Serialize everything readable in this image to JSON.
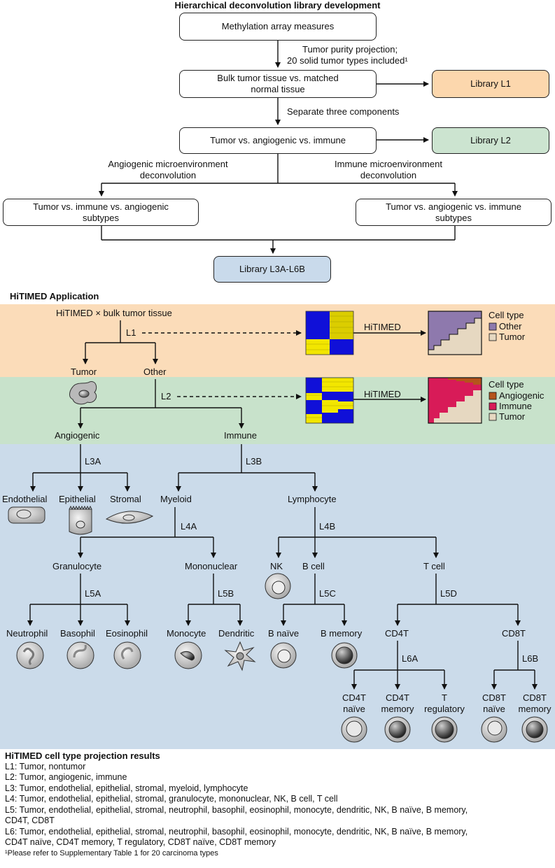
{
  "top": {
    "title": "Hierarchical deconvolution library development",
    "box_methylation": "Methylation array measures",
    "note_projection_1": "Tumor purity projection;",
    "note_projection_2": "20 solid tumor types included¹",
    "box_bulk_1": "Bulk tumor tissue vs. matched",
    "box_bulk_2": "normal tissue",
    "library_l1": "Library L1",
    "note_separate": "Separate three components",
    "box_tav": "Tumor vs. angiogenic vs. immune",
    "library_l2": "Library L2",
    "note_angio_1": "Angiogenic microenvironment",
    "note_angio_2": "deconvolution",
    "note_immune_1": "Immune microenvironment",
    "note_immune_2": "deconvolution",
    "box_left_1": "Tumor vs. immune vs. angiogenic",
    "box_left_2": "subtypes",
    "box_right_1": "Tumor vs. angiogenic vs. immune",
    "box_right_2": "subtypes",
    "library_l3": "Library L3A-L6B"
  },
  "application": {
    "title": "HiTIMED Application",
    "root": "HiTIMED × bulk tumor tissue",
    "hitimed_label": "HiTIMED",
    "legend_title": "Cell type",
    "legend_l1": [
      {
        "name": "Other",
        "color": "#8e79ad"
      },
      {
        "name": "Tumor",
        "color": "#e6d8c1"
      }
    ],
    "legend_l2": [
      {
        "name": "Angiogenic",
        "color": "#b5541c"
      },
      {
        "name": "Immune",
        "color": "#d81b58"
      },
      {
        "name": "Tumor",
        "color": "#e6d8c1"
      }
    ],
    "levels": {
      "l1": "L1",
      "l2": "L2",
      "l3a": "L3A",
      "l3b": "L3B",
      "l4a": "L4A",
      "l4b": "L4B",
      "l5a": "L5A",
      "l5b": "L5B",
      "l5c": "L5C",
      "l5d": "L5D",
      "l6a": "L6A",
      "l6b": "L6B"
    },
    "nodes": {
      "tumor": "Tumor",
      "other": "Other",
      "angiogenic": "Angiogenic",
      "immune": "Immune",
      "endothelial": "Endothelial",
      "epithelial": "Epithelial",
      "stromal": "Stromal",
      "myeloid": "Myeloid",
      "lymphocyte": "Lymphocyte",
      "granulocyte": "Granulocyte",
      "mononuclear": "Mononuclear",
      "nk": "NK",
      "bcell": "B cell",
      "tcell": "T cell",
      "neutrophil": "Neutrophil",
      "basophil": "Basophil",
      "eosinophil": "Eosinophil",
      "monocyte": "Monocyte",
      "dendritic": "Dendritic",
      "bnaive": "B naïve",
      "bmemory": "B memory",
      "cd4t": "CD4T",
      "cd8t": "CD8T",
      "cd4t_naive_1": "CD4T",
      "cd4t_naive_2": "naïve",
      "cd4t_memory_1": "CD4T",
      "cd4t_memory_2": "memory",
      "treg_1": "T",
      "treg_2": "regulatory",
      "cd8t_naive_1": "CD8T",
      "cd8t_naive_2": "naïve",
      "cd8t_memory_1": "CD8T",
      "cd8t_memory_2": "memory"
    },
    "colors": {
      "band_orange": "#fbdcb9",
      "band_green": "#c8e2cb",
      "band_blue": "#cbdbea",
      "lib_l1": "#fcd7ad",
      "lib_l2": "#cce4d0",
      "lib_l3": "#c9daeb"
    }
  },
  "results": {
    "title": "HiTIMED cell type projection results",
    "lines": [
      "L1: Tumor, nontumor",
      "L2: Tumor, angiogenic, immune",
      "L3: Tumor, endothelial, epithelial, stromal, myeloid, lymphocyte",
      "L4: Tumor, endothelial, epithelial, stromal, granulocyte, mononuclear, NK, B cell, T cell",
      "L5: Tumor, endothelial, epithelial, stromal, neutrophil, basophil, eosinophil, monocyte, dendritic, NK, B naïve, B memory,",
      "CD4T, CD8T",
      "L6: Tumor, endothelial, epithelial, stromal, neutrophil, basophil, eosinophil, monocyte, dendritic, NK, B naïve, B memory,",
      "CD4T naïve, CD4T memory, T regulatory, CD8T naïve, CD8T memory"
    ],
    "footnote": "¹Please refer to Supplementary Table 1 for 20 carcinoma types"
  }
}
